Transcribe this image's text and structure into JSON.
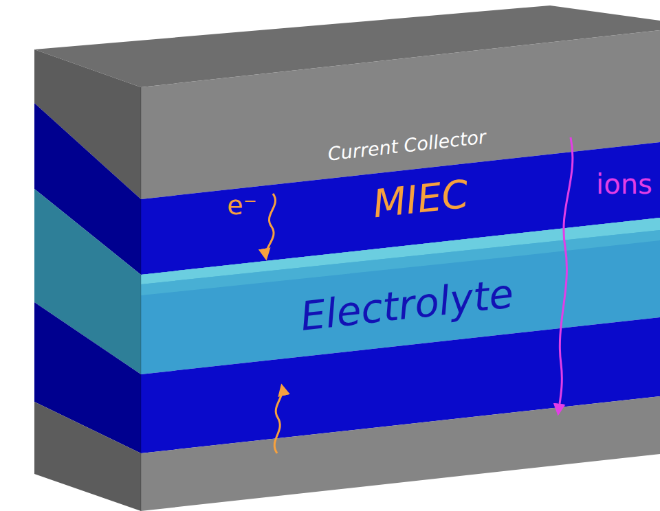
{
  "diagram": {
    "nodes": [
      {
        "text": [
          "Current Collector"
        ]
      },
      {
        "text": [
          "MIEC"
        ]
      },
      {
        "text": [
          "Electrolyte"
        ]
      }
    ],
    "labels": [
      "e⁻",
      "ions"
    ]
  }
}
